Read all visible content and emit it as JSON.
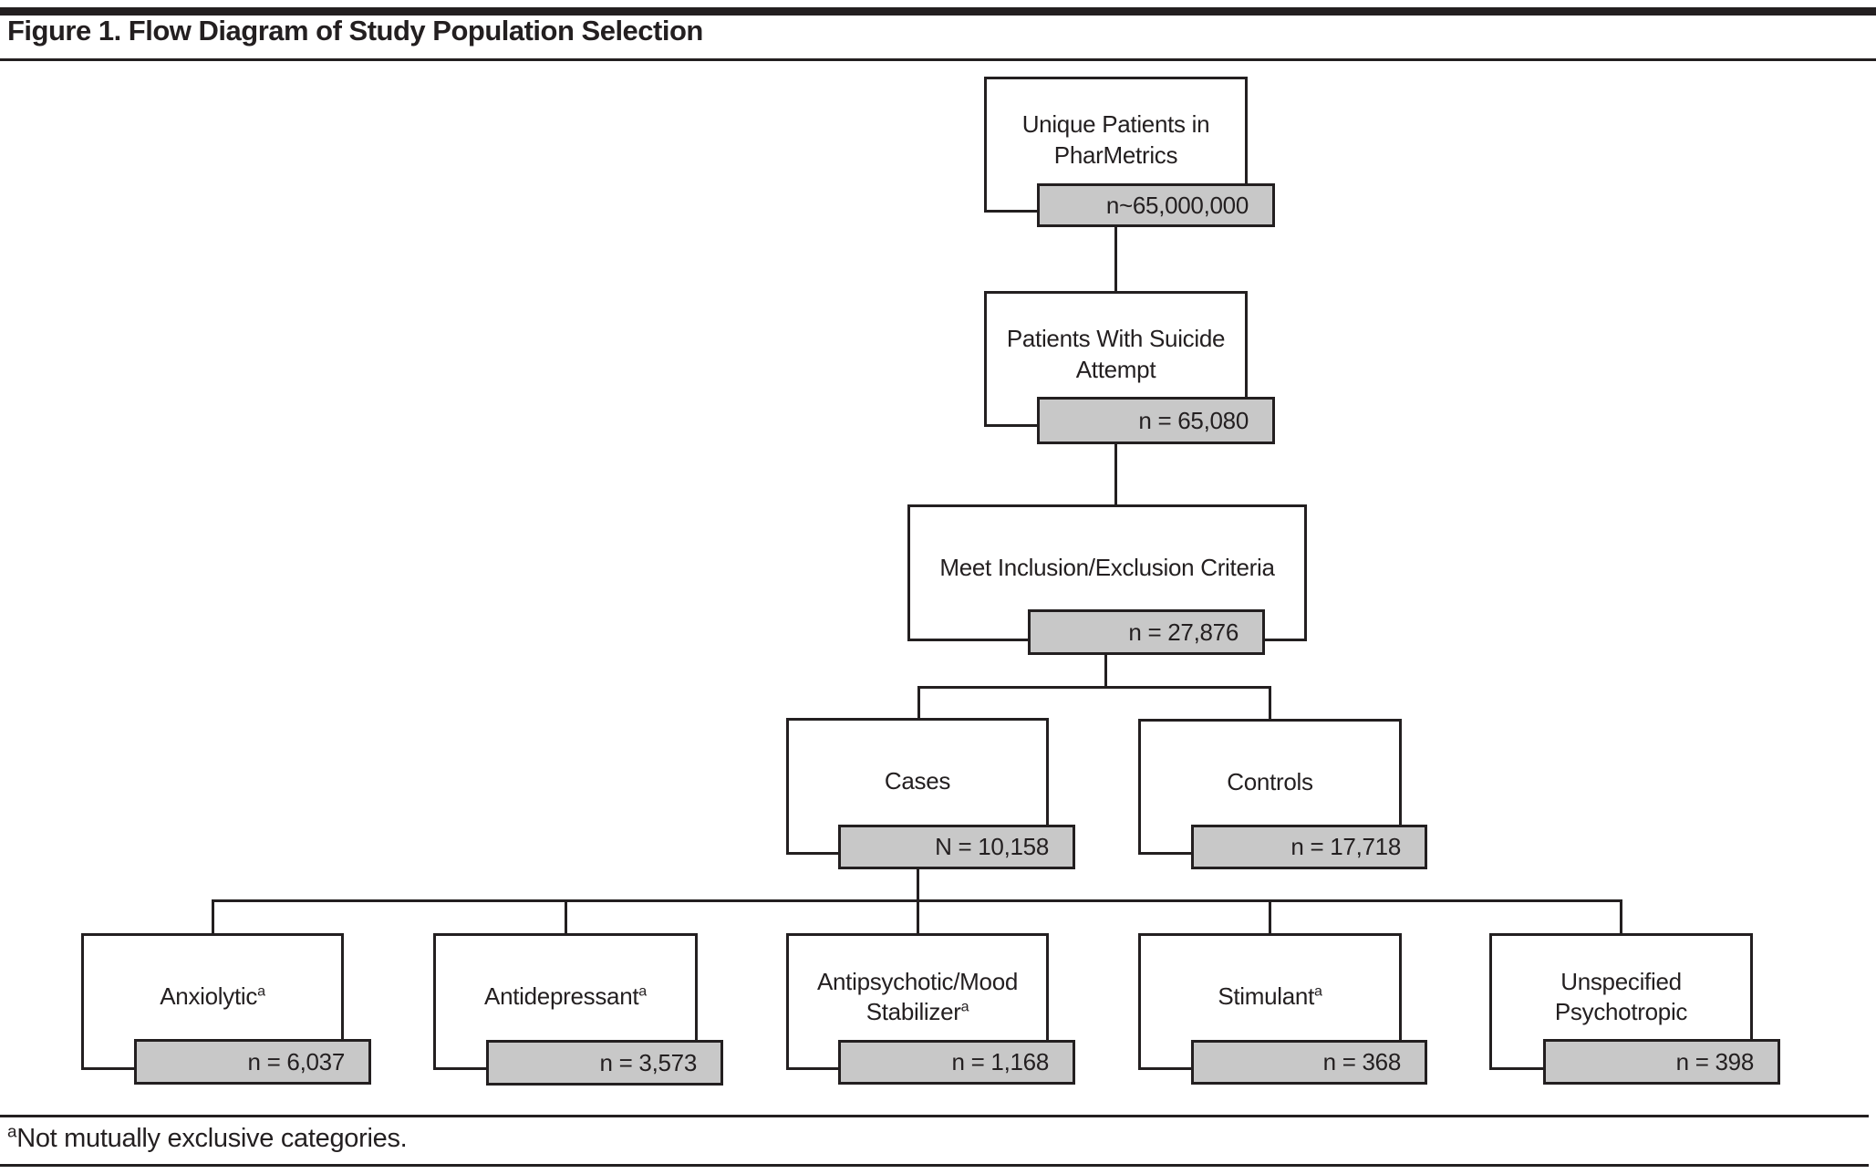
{
  "figure": {
    "title": "Figure 1. Flow Diagram of Study Population Selection",
    "footnote": {
      "marker": "a",
      "text": "Not mutually exclusive categories."
    }
  },
  "nodes": {
    "unique_patients": {
      "label": "Unique Patients in PharMetrics",
      "count": "n~65,000,000"
    },
    "suicide_attempt": {
      "label": "Patients With Suicide Attempt",
      "count": "n = 65,080"
    },
    "criteria": {
      "label": "Meet Inclusion/Exclusion Criteria",
      "count": "n = 27,876"
    },
    "cases": {
      "label": "Cases",
      "count": "N = 10,158"
    },
    "controls": {
      "label": "Controls",
      "count": "n = 17,718"
    },
    "anxiolytic": {
      "label": "Anxiolytic",
      "sup": "a",
      "count": "n = 6,037"
    },
    "antidepressant": {
      "label": "Antidepressant",
      "sup": "a",
      "count": "n = 3,573"
    },
    "antipsychotic": {
      "label": "Antipsychotic/Mood Stabilizer",
      "sup": "a",
      "count": "n = 1,168"
    },
    "stimulant": {
      "label": "Stimulant",
      "sup": "a",
      "count": "n = 368"
    },
    "unspecified": {
      "label": "Unspecified Psychotropic",
      "count": "n = 398"
    }
  },
  "colors": {
    "ink": "#231f20",
    "count_fill": "#c8c8c8",
    "paper": "#ffffff"
  }
}
